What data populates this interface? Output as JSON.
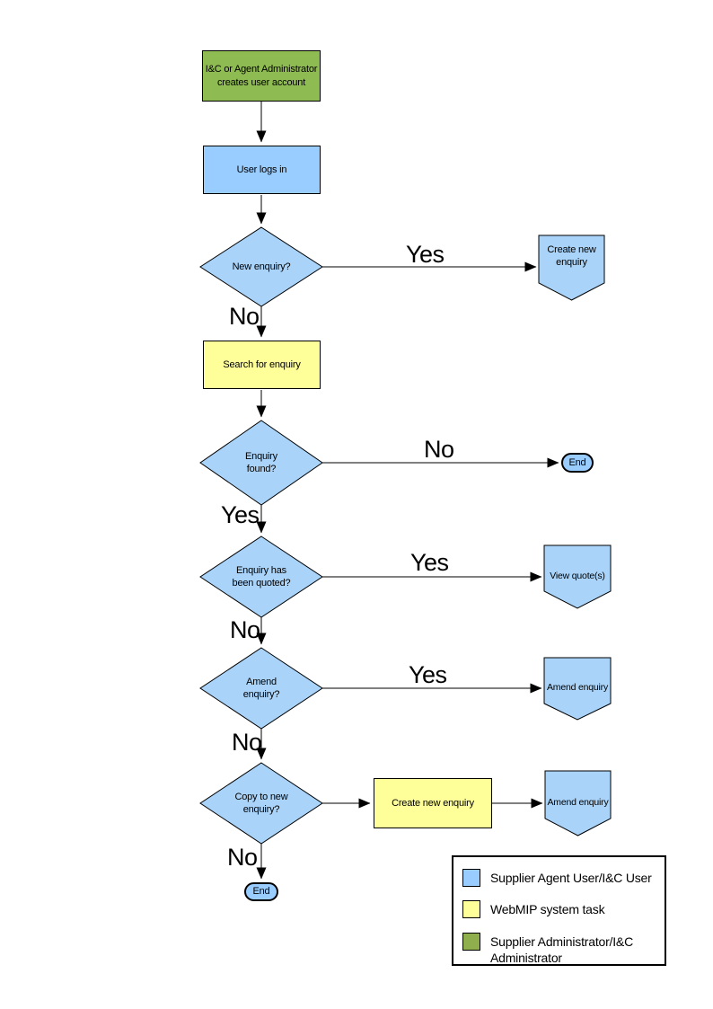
{
  "flowchart": {
    "nodes": {
      "admin_creates_account": {
        "label": "I&C or Agent Administrator creates user account",
        "type": "process",
        "fill": "#8FBC52"
      },
      "user_logs_in": {
        "label": "User logs in",
        "type": "process",
        "fill": "#99CCFF"
      },
      "new_enquiry_q": {
        "label": "New enquiry?",
        "type": "decision",
        "fill": "#A9D3F9"
      },
      "create_new_enquiry_link": {
        "label": "Create new enquiry",
        "type": "off-page-connector",
        "fill": "#A9D3F9"
      },
      "search_for_enquiry": {
        "label": "Search for enquiry",
        "type": "system-task",
        "fill": "#FFFF99"
      },
      "enquiry_found_q": {
        "label": "Enquiry found?",
        "type": "decision",
        "fill": "#A9D3F9"
      },
      "end_right": {
        "label": "End",
        "type": "terminator",
        "fill": "#99CCFF"
      },
      "enquiry_quoted_q": {
        "label": "Enquiry has been quoted?",
        "type": "decision",
        "fill": "#A9D3F9"
      },
      "view_quotes_link": {
        "label": "View quote(s)",
        "type": "off-page-connector",
        "fill": "#A9D3F9"
      },
      "amend_enquiry_q": {
        "label": "Amend enquiry?",
        "type": "decision",
        "fill": "#A9D3F9"
      },
      "amend_enquiry_link_1": {
        "label": "Amend enquiry",
        "type": "off-page-connector",
        "fill": "#A9D3F9"
      },
      "copy_to_new_q": {
        "label": "Copy to new enquiry?",
        "type": "decision",
        "fill": "#A9D3F9"
      },
      "create_new_enquiry_task": {
        "label": "Create new enquiry",
        "type": "system-task",
        "fill": "#FFFF99"
      },
      "amend_enquiry_link_2": {
        "label": "Amend enquiry",
        "type": "off-page-connector",
        "fill": "#A9D3F9"
      },
      "end_bottom": {
        "label": "End",
        "type": "terminator",
        "fill": "#99CCFF"
      }
    },
    "edge_labels": {
      "new_enquiry_yes": "Yes",
      "new_enquiry_no": "No",
      "enquiry_found_no": "No",
      "enquiry_found_yes": "Yes",
      "enquiry_quoted_yes": "Yes",
      "enquiry_quoted_no": "No",
      "amend_enquiry_yes": "Yes",
      "amend_enquiry_no": "No",
      "copy_to_new_no": "No"
    },
    "line_color": "#000000"
  },
  "legend": {
    "items": [
      {
        "label": "Supplier Agent User/I&C User",
        "color": "#99CCFF"
      },
      {
        "label": "WebMIP system task",
        "color": "#FFFF99"
      },
      {
        "label": "Supplier Administrator/I&C Administrator",
        "color": "#8FAF4C"
      }
    ]
  }
}
